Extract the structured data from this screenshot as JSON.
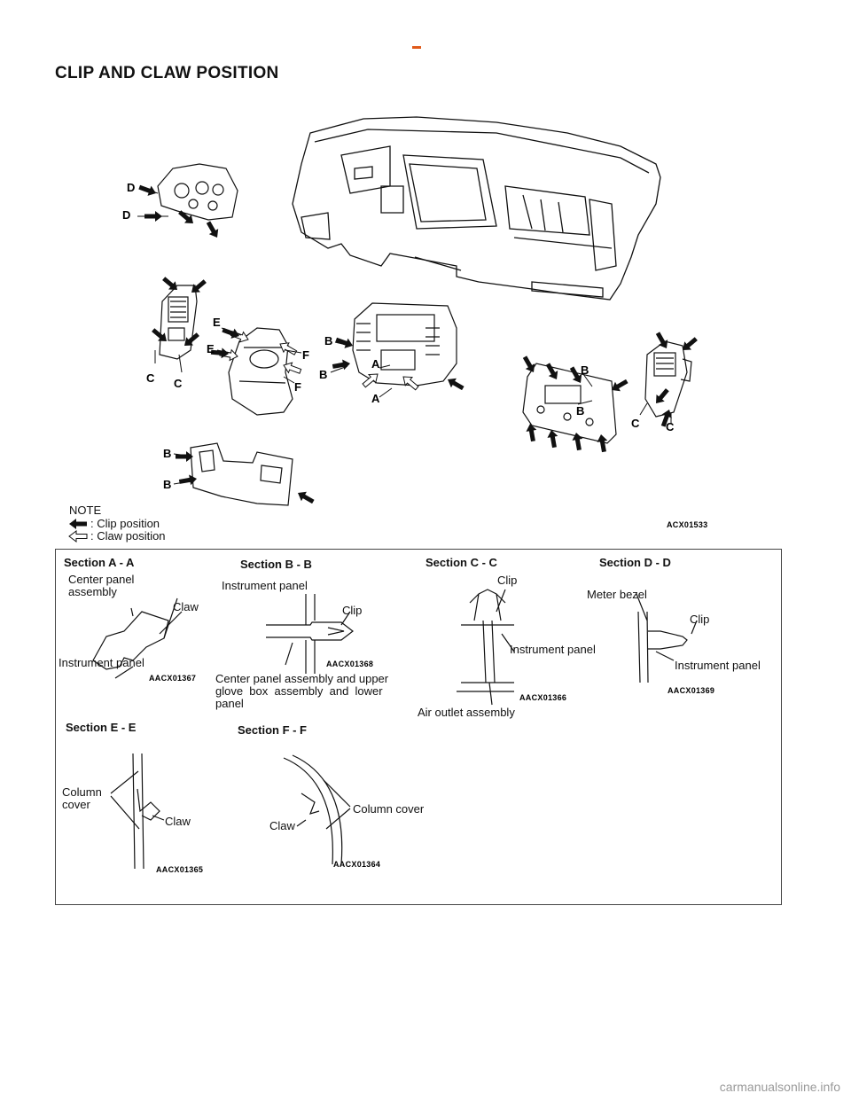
{
  "header": {
    "title": "CLIP AND CLAW POSITION"
  },
  "main_figure": {
    "callouts": {
      "D1": "D",
      "D2": "D",
      "C1": "C",
      "C2": "C",
      "C3": "C",
      "C4": "C",
      "E1": "E",
      "E2": "E",
      "F1": "F",
      "F2": "F",
      "B1": "B",
      "B2": "B",
      "B3": "B",
      "B4": "B",
      "B5": "B",
      "B6": "B",
      "A1": "A",
      "A2": "A"
    },
    "code": "ACX01533"
  },
  "note": {
    "heading": "NOTE",
    "clip": ": Clip position",
    "claw": ": Claw position"
  },
  "sections": {
    "aa": {
      "title": "Section A - A",
      "center_panel": "Center panel",
      "assembly": "assembly",
      "claw": "Claw",
      "instrument_panel": "Instrument panel",
      "code": "AACX01367"
    },
    "bb": {
      "title": "Section B - B",
      "instrument_panel": "Instrument panel",
      "clip": "Clip",
      "code": "AACX01368",
      "line1": "Center panel assembly and upper",
      "line2": "glove  box  assembly  and  lower",
      "line3": "panel"
    },
    "cc": {
      "title": "Section C - C",
      "clip": "Clip",
      "instrument_panel": "Instrument panel",
      "air_outlet": "Air outlet assembly",
      "code": "AACX01366"
    },
    "dd": {
      "title": "Section D - D",
      "meter_bezel": "Meter bezel",
      "clip": "Clip",
      "instrument_panel": "Instrument panel",
      "code": "AACX01369"
    },
    "ee": {
      "title": "Section E - E",
      "column": "Column",
      "cover": "cover",
      "claw": "Claw",
      "code": "AACX01365"
    },
    "ff": {
      "title": "Section F - F",
      "claw": "Claw",
      "column_cover": "Column cover",
      "code": "AACX01364"
    }
  },
  "footer": {
    "watermark": "carmanualsonline.info"
  }
}
